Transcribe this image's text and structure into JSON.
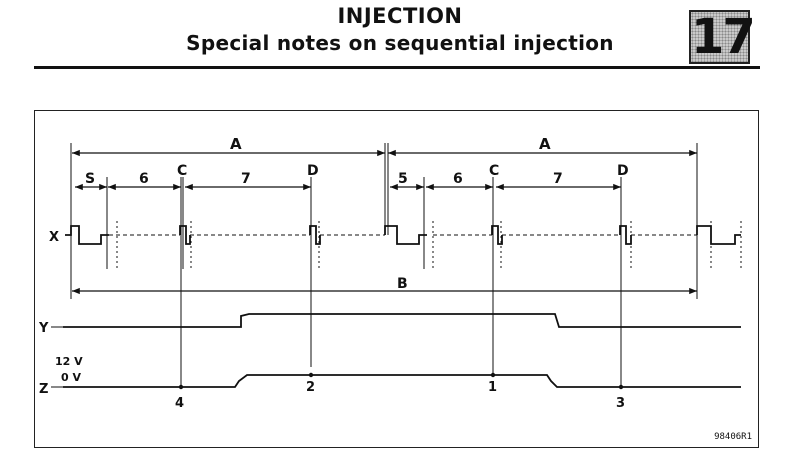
{
  "header": {
    "title": "INJECTION",
    "subtitle": "Special notes on sequential injection",
    "section_number": "17"
  },
  "diagram": {
    "reference": "98406R1",
    "labels": {
      "A": "A",
      "B": "B",
      "C": "C",
      "D": "D",
      "S": "S",
      "five": "5",
      "six": "6",
      "seven": "7",
      "X": "X",
      "Y": "Y",
      "Z": "Z",
      "v12": "12 V",
      "v0": "0 V",
      "p1": "1",
      "p2": "2",
      "p3": "3",
      "p4": "4"
    }
  }
}
